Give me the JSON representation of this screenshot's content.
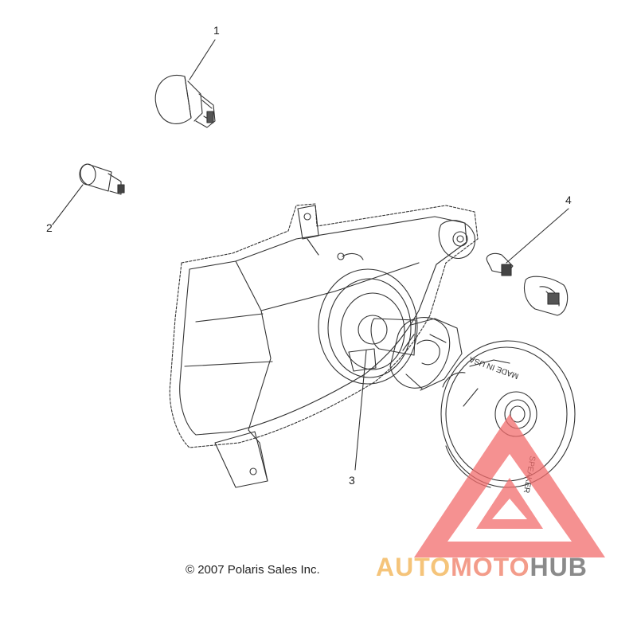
{
  "callouts": [
    {
      "id": "1",
      "label": "1"
    },
    {
      "id": "2",
      "label": "2"
    },
    {
      "id": "3",
      "label": "3"
    },
    {
      "id": "4",
      "label": "4"
    }
  ],
  "copyright": "© 2007 Polaris Sales Inc.",
  "watermark": {
    "part1": "AUTO",
    "part2": "MOTO",
    "part3": "HUB",
    "colors": {
      "auto": "#f5c47a",
      "moto": "#f39c8a",
      "hub": "#8a8a8a",
      "triangle": "#f26d6d"
    }
  },
  "lens_text": [
    "MADE IN USA",
    "SPEAKER"
  ]
}
